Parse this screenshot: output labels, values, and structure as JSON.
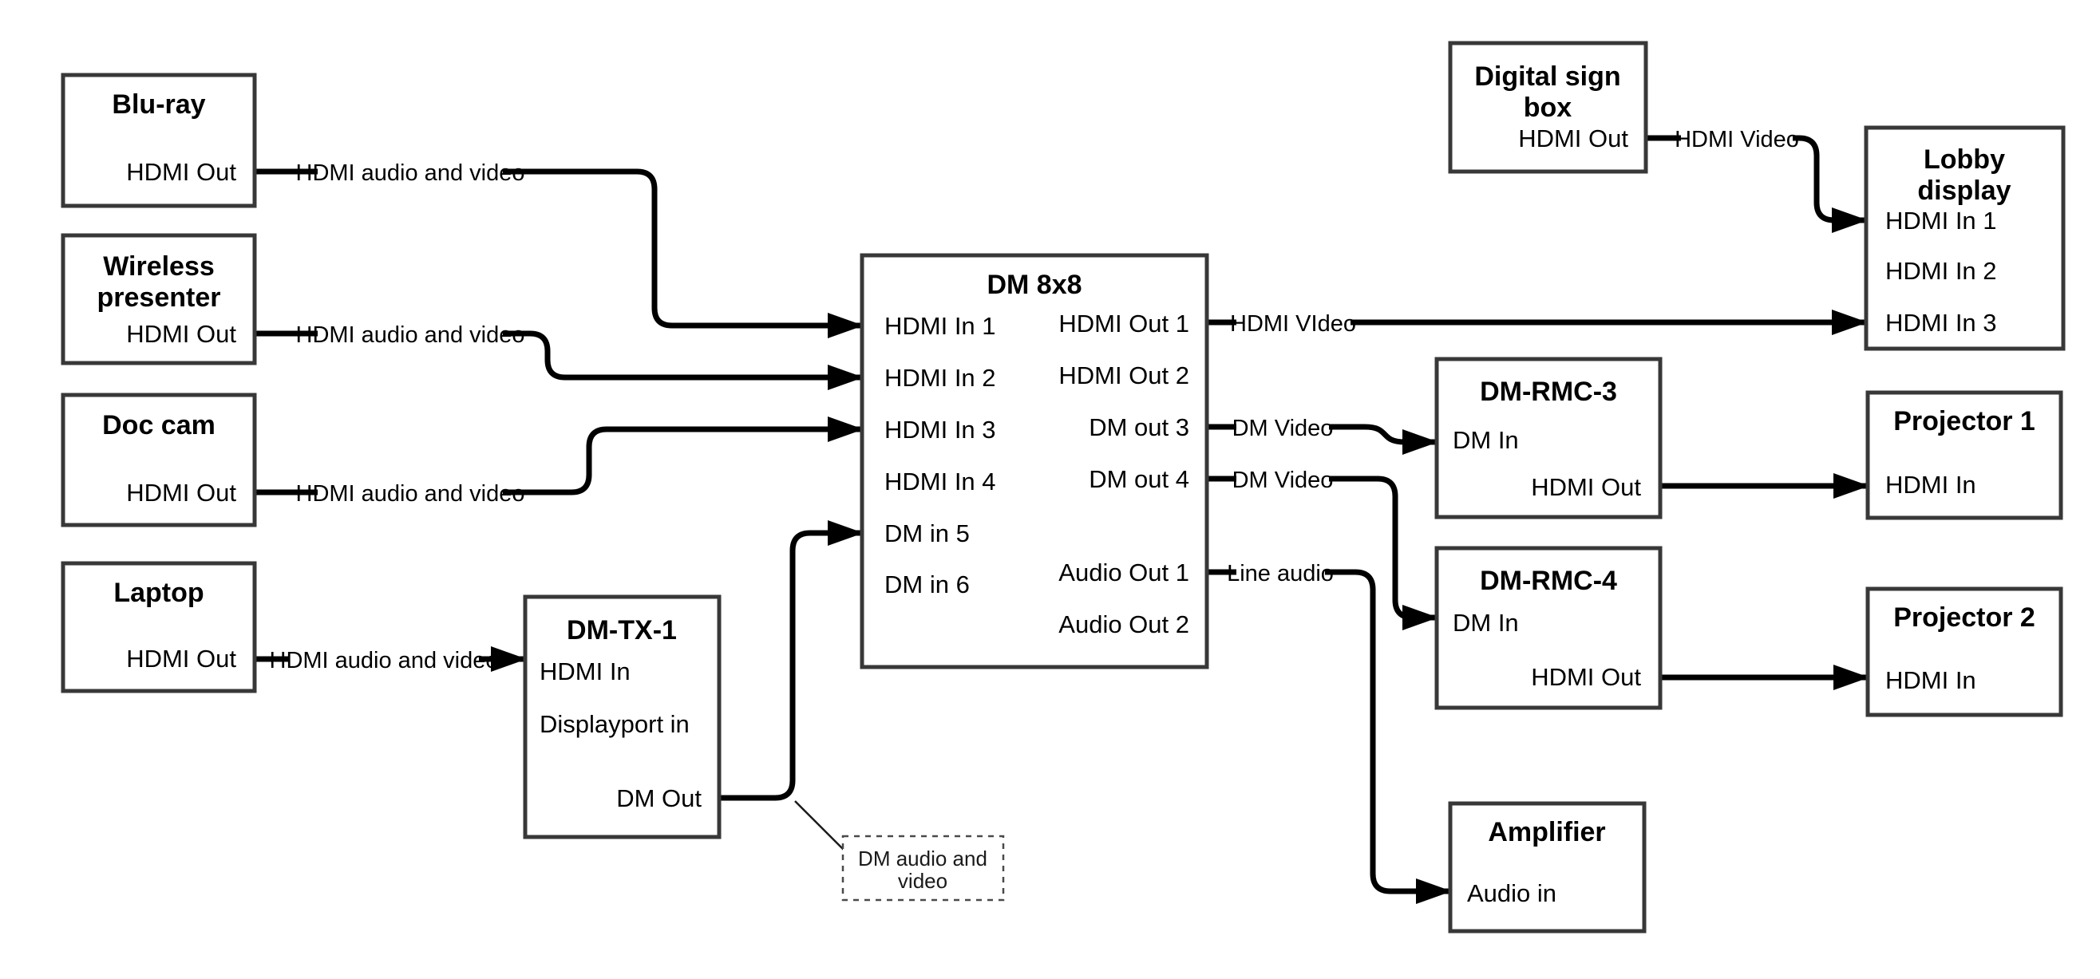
{
  "boxes": {
    "bluray": {
      "title": "Blu-ray",
      "hdmi_out": "HDMI Out"
    },
    "wireless": {
      "title_line1": "Wireless",
      "title_line2": "presenter",
      "hdmi_out": "HDMI Out"
    },
    "doccam": {
      "title": "Doc cam",
      "hdmi_out": "HDMI Out"
    },
    "laptop": {
      "title": "Laptop",
      "hdmi_out": "HDMI Out"
    },
    "dmtx1": {
      "title": "DM-TX-1",
      "hdmi_in": "HDMI In",
      "displayport_in": "Displayport in",
      "dm_out": "DM Out"
    },
    "dm8x8": {
      "title": "DM 8x8",
      "inputs": [
        "HDMI In 1",
        "HDMI In 2",
        "HDMI In 3",
        "HDMI In 4",
        "DM in 5",
        "DM in 6"
      ],
      "outputs": [
        "HDMI Out 1",
        "HDMI Out 2",
        "DM out 3",
        "DM out 4",
        "Audio Out 1",
        "Audio Out 2"
      ]
    },
    "digital_sign": {
      "title_line1": "Digital sign",
      "title_line2": "box",
      "hdmi_out": "HDMI Out"
    },
    "lobby": {
      "title_line1": "Lobby",
      "title_line2": "display",
      "inputs": [
        "HDMI In 1",
        "HDMI In 2",
        "HDMI In 3"
      ]
    },
    "rmc3": {
      "title": "DM-RMC-3",
      "dm_in": "DM In",
      "hdmi_out": "HDMI Out"
    },
    "proj1": {
      "title": "Projector 1",
      "hdmi_in": "HDMI In"
    },
    "rmc4": {
      "title": "DM-RMC-4",
      "dm_in": "DM In",
      "hdmi_out": "HDMI Out"
    },
    "proj2": {
      "title": "Projector 2",
      "hdmi_in": "HDMI In"
    },
    "amp": {
      "title": "Amplifier",
      "audio_in": "Audio in"
    }
  },
  "wire_labels": {
    "bluray_out": "HDMI audio and video",
    "wireless_out": "HDMI audio and video",
    "doccam_out": "HDMI audio and video",
    "laptop_out": "HDMI audio and video",
    "hdmi_out1": "HDMI VIdeo",
    "digital_sign_out": "HDMI Video",
    "dm_out3": "DM Video",
    "dm_out4": "DM Video",
    "audio_out1": "Line audio"
  },
  "note": {
    "line1": "DM audio and",
    "line2": "video"
  },
  "colors": {
    "wire": "#000000",
    "box_border": "#383838",
    "text": "#000000",
    "background": "#ffffff"
  }
}
